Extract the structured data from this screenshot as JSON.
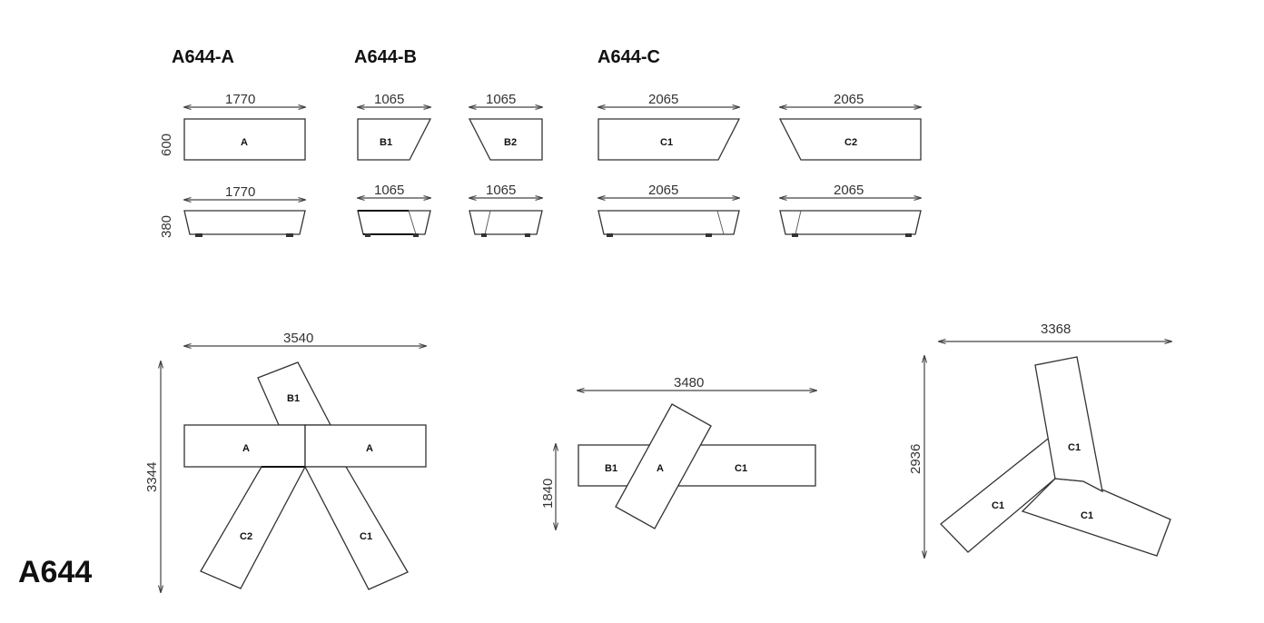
{
  "headers": {
    "a": "A644-A",
    "b": "A644-B",
    "c": "A644-C"
  },
  "product_code": "A644",
  "elevations": {
    "height_top": "600",
    "height_side": "380",
    "top_dims": [
      "1770",
      "1065",
      "1065",
      "2065",
      "2065"
    ],
    "side_dims": [
      "1770",
      "1065",
      "1065",
      "2065",
      "2065"
    ],
    "piece_labels": [
      "A",
      "B1",
      "B2",
      "C1",
      "C2"
    ]
  },
  "config_1": {
    "width": "3540",
    "height": "3344",
    "labels": [
      "B1",
      "A",
      "A",
      "C2",
      "C1"
    ]
  },
  "config_2": {
    "width": "3480",
    "height": "1840",
    "labels": [
      "B1",
      "A",
      "C1"
    ]
  },
  "config_3": {
    "width": "3368",
    "height": "2936",
    "labels": [
      "C1",
      "C1",
      "C1"
    ]
  }
}
